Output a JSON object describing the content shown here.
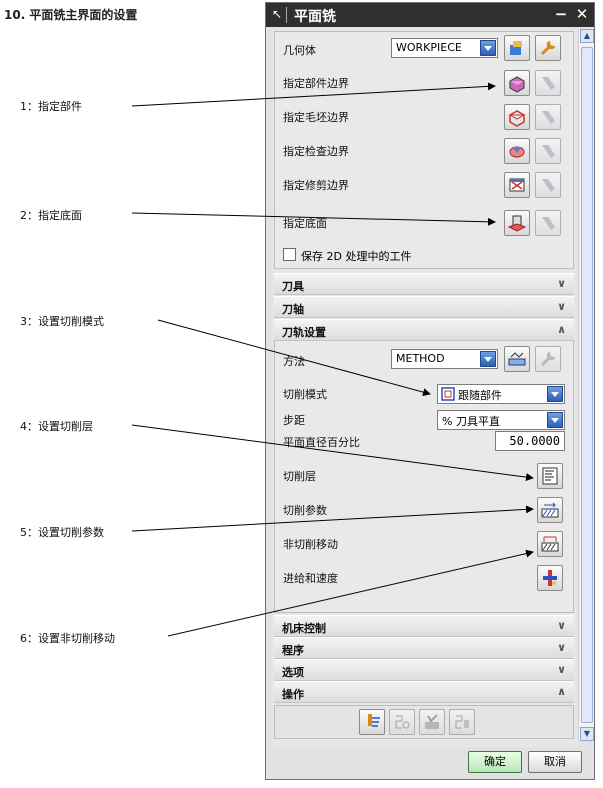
{
  "doc_title": "10. 平面铣主界面的设置",
  "annotations": [
    "1：指定部件",
    "2：指定底面",
    "3：设置切削模式",
    "4：设置切削层",
    "5：设置切削参数",
    "6：设置非切削移动"
  ],
  "dialog": {
    "title": "平面铣",
    "geometry": {
      "label": "几何体",
      "value": "WORKPIECE",
      "rows": [
        "指定部件边界",
        "指定毛坯边界",
        "指定检查边界",
        "指定修剪边界",
        "指定底面"
      ],
      "checkbox_label": "保存 2D 处理中的工件"
    },
    "collapsed_sections": [
      "刀具",
      "刀轴"
    ],
    "toolpath": {
      "section_label": "刀轨设置",
      "method_label": "方法",
      "method_value": "METHOD",
      "cut_pattern_label": "切削模式",
      "cut_pattern_value": "跟随部件",
      "stepover_label": "步距",
      "stepover_value": "% 刀具平直",
      "percent_label": "平面直径百分比",
      "percent_value": "50.0000",
      "cut_levels_label": "切削层",
      "cut_params_label": "切削参数",
      "noncut_label": "非切削移动",
      "feeds_label": "进给和速度"
    },
    "more_sections": [
      "机床控制",
      "程序",
      "选项"
    ],
    "ops_section": "操作",
    "ok_label": "确定",
    "cancel_label": "取消"
  },
  "colors": {
    "titlebar": "#2f2f2f",
    "dropdown": "#2c5fb8",
    "panel": "#e6e6e6"
  }
}
